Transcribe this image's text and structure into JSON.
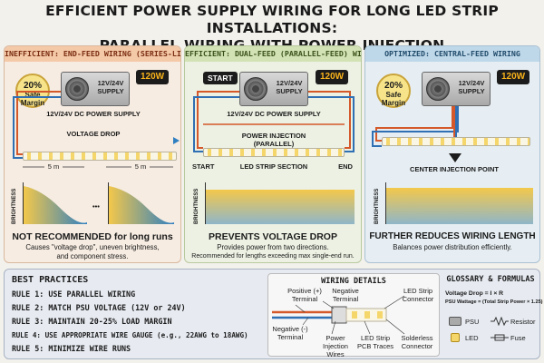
{
  "title": {
    "line1": "EFFICIENT POWER SUPPLY WIRING FOR LONG LED STRIP INSTALLATIONS:",
    "line2": "PARALLEL WIRING WITH POWER INJECTION"
  },
  "panels": {
    "end_feed": {
      "header": "INEFFICIENT: END-FEED WIRING (SERIES-LIKE)",
      "badge_pct": "20%",
      "badge_text": "Safe Margin",
      "psu_label": "12V/24V SUPPLY",
      "watt": "120W",
      "psu_caption": "12V/24V DC POWER SUPPLY",
      "voltage_drop": "VOLTAGE DROP",
      "dim_left": "5 m",
      "dim_right": "5 m",
      "ylabel": "BRIGHTNESS",
      "dots": "•••",
      "verdict": "NOT RECOMMENDED for long runs",
      "desc_line1": "Causes \"voltage drop\", uneven brightness,",
      "desc_line2": "and component stress."
    },
    "dual_feed": {
      "header": "EFFICIENT: DUAL-FEED (PARALLEL-FEED) WIRING",
      "start": "START",
      "psu_label": "12V/24V SUPPLY",
      "watt": "120W",
      "psu_caption": "12V/24V DC POWER SUPPLY",
      "injection_line1": "POWER INJECTION",
      "injection_line2": "(PARALLEL)",
      "strip_start": "START",
      "strip_label": "LED STRIP SECTION",
      "strip_end": "END",
      "ylabel": "BRIGHTNESS",
      "verdict": "PREVENTS VOLTAGE DROP",
      "desc_line1": "Provides power from two directions.",
      "desc_line2": "Recommended for lengths exceeding max single-end run."
    },
    "central_feed": {
      "header": "OPTIMIZED: CENTRAL-FEED WIRING",
      "badge_pct": "20%",
      "badge_text": "Safe Margin",
      "psu_label": "12V/24V SUPPLY",
      "watt": "120W",
      "injection_point": "CENTER INJECTION POINT",
      "ylabel": "BRIGHTNESS",
      "verdict": "FURTHER REDUCES WIRING LENGTH",
      "desc_line1": "Balances power distribution efficiently."
    }
  },
  "best_practices": {
    "title": "BEST PRACTICES",
    "rules": [
      {
        "label": "RULE 1:",
        "text": "USE PARALLEL WIRING"
      },
      {
        "label": "RULE 2:",
        "text": "MATCH PSU VOLTAGE (12V or 24V)"
      },
      {
        "label": "RULE 3:",
        "text": "MAINTAIN 20-25% LOAD MARGIN"
      },
      {
        "label": "RULE 4:",
        "text": "USE APPROPRIATE WIRE GAUGE (e.g., 22AWG to 18AWG)"
      },
      {
        "label": "RULE 5:",
        "text": "MINIMIZE WIRE RUNS"
      }
    ]
  },
  "wiring_details": {
    "title": "WIRING DETAILS",
    "positive_terminal": "Positive (+) Terminal",
    "negative_terminal_top": "Negative Terminal",
    "negative_terminal_bottom": "Negative (-) Terminal",
    "power_injection_wires": "Power Injection Wires",
    "pcb_traces": "LED Strip PCB Traces",
    "strip_connector": "LED Strip Connector",
    "solderless_connector": "Solderless Connector"
  },
  "glossary": {
    "title": "GLOSSARY & FORMULAS",
    "formula1": "Voltage Drop = I × R",
    "formula2": "PSU Wattage = (Total Strip Power × 1.25)",
    "legend": [
      "PSU",
      "Resistor",
      "LED",
      "Fuse"
    ]
  },
  "colors": {
    "positive_wire": "#d4582a",
    "negative_wire": "#2f6fb3",
    "gradient_end_feed": "#2f7fc1",
    "accent_watt": "#f7b21b"
  }
}
